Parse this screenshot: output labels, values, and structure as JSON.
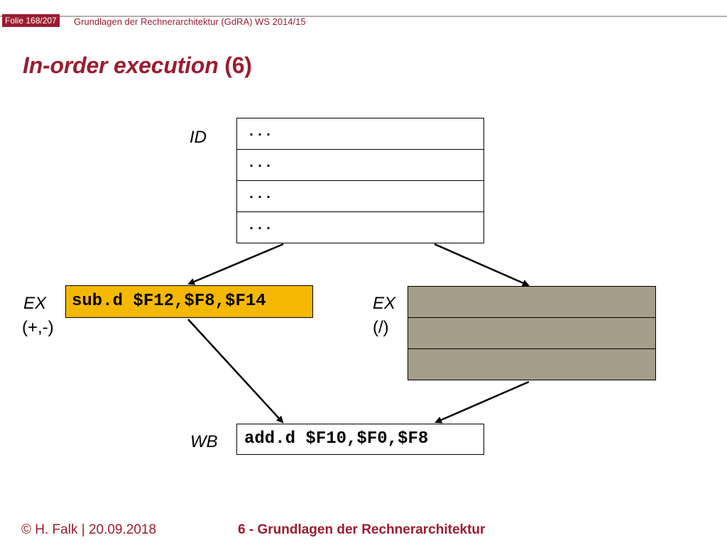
{
  "header": {
    "slide_number": "Folie 168/207",
    "course_title": "Grundlagen der Rechnerarchitektur (GdRA) WS 2014/15"
  },
  "title": {
    "main": "In-order execution",
    "suffix": " (6)"
  },
  "stages": {
    "id_label": "ID",
    "ex_add_label_line1": "EX",
    "ex_add_label_line2": "(+,-)",
    "ex_div_label_line1": "EX",
    "ex_div_label_line2": "(/)",
    "wb_label": "WB"
  },
  "id_queue": [
    "...",
    "...",
    "...",
    "..."
  ],
  "ex_add_instruction": "sub.d $F12,$F8,$F14",
  "ex_div_slots": [
    "",
    "",
    ""
  ],
  "wb_instruction": "add.d $F10,$F0,$F8",
  "colors": {
    "brand": "#9b1c31",
    "ex_add_fill": "#f5b800",
    "ex_div_fill": "#a59e88"
  },
  "footer": {
    "author": "© H. Falk | 20.09.2018",
    "chapter": "6 - Grundlagen der Rechnerarchitektur"
  }
}
